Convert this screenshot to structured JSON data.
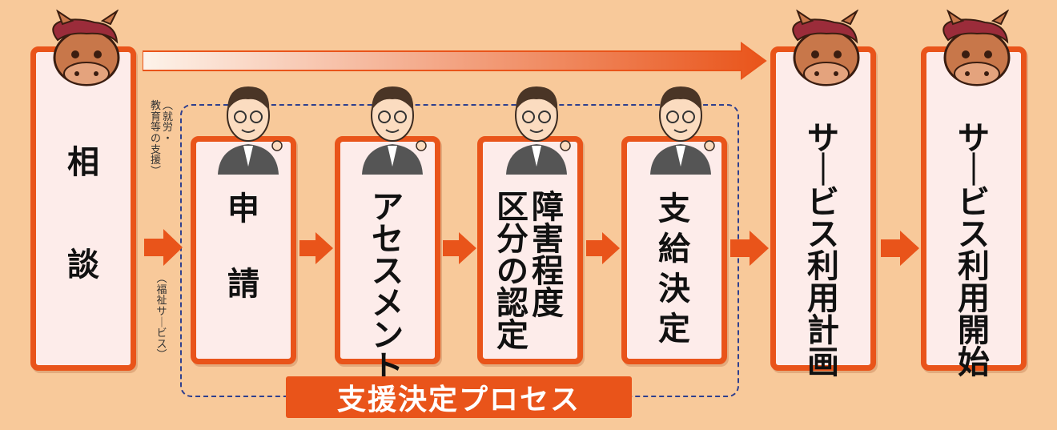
{
  "steps": {
    "consult": "相談",
    "apply": "申請",
    "assessment": "アセスメント",
    "disability": [
      "障害程度",
      "区分の認定"
    ],
    "decision": "支給決定",
    "plan": "サービス利用計画",
    "start": "サービス利用開始"
  },
  "side_notes": {
    "top": [
      "（就労・",
      "教育等の支援）"
    ],
    "bottom": [
      "（福祉サービス）"
    ]
  },
  "process_label": "支援決定プロセス",
  "colors": {
    "accent": "#e9541a",
    "background": "#f8c99a",
    "box_fill": "#fdecea",
    "dashed": "#2e3f8f"
  }
}
